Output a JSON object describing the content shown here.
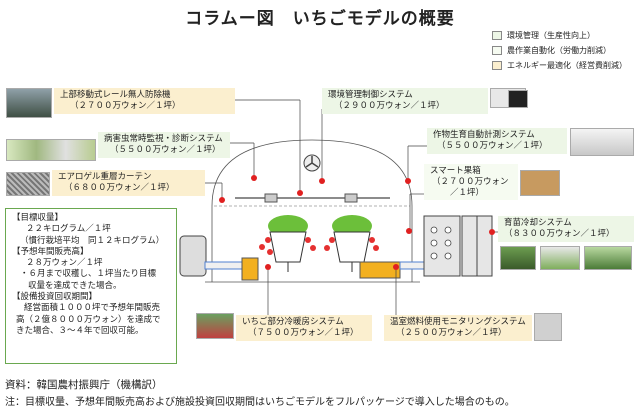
{
  "title": "コラムー図　いちごモデルの概要",
  "legend": [
    {
      "label": "環境管理（生産性向上）",
      "color": "#edf6e6"
    },
    {
      "label": "農作業自動化（労働力削減）",
      "color": "#f6fbf1"
    },
    {
      "label": "エネルギー最適化（経営費削減）",
      "color": "#fbefcf"
    }
  ],
  "systems": {
    "rail_pest": {
      "line1": "上部移動式レール無人防除機",
      "line2": "（２７００万ウォン／１坪）"
    },
    "pest_monitor": {
      "line1": "病害虫常時監視・診断システム",
      "line2": "（５５００万ウォン／１坪）"
    },
    "aerogel": {
      "line1": "エアロゲル重層カーテン",
      "line2": "（６８００万ウォン／１坪）"
    },
    "env_control": {
      "line1": "環境管理制御システム",
      "line2": "（２９００万ウォン／１坪）"
    },
    "growth_measure": {
      "line1": "作物生育自動計測システム",
      "line2": "（５５００万ウォン／１坪）"
    },
    "smart_box": {
      "line1": "スマート果箱",
      "line2": "（２７００万ウォン",
      "line3": "／１坪）"
    },
    "seedling_cool": {
      "line1": "育苗冷却システム",
      "line2": "（８３００万ウォン／１坪）"
    },
    "partial_cool": {
      "line1": "いちご部分冷暖房システム",
      "line2": "（７５００万ウォン／１坪）"
    },
    "fuel_monitor": {
      "line1": "温室燃料使用モニタリングシステム",
      "line2": "（２５００万ウォン／１坪）"
    }
  },
  "info": {
    "h1": "【目標収量】",
    "l1": "２２キログラム／１坪",
    "l2": "（慣行栽培平均　同１２キログラム）",
    "h2": "【予想年間販売高】",
    "l3": "２８万ウォン／１坪",
    "l4": "・６月まで収穫し、１坪当たり目標",
    "l5": "収量を達成できた場合。",
    "h3": "【設備投資回収期間】",
    "l6": "経営面積１０００坪で予想年間販売",
    "l7": "高（２億８０００万ウォン）を達成で",
    "l8": "きた場合、３～４年で回収可能。"
  },
  "source": "資料：韓国農村振興庁（機構訳）",
  "note": "注：目標収量、予想年間販売高および施設投資回収期間はいちごモデルをフルパッケージで導入した場合のもの。"
}
